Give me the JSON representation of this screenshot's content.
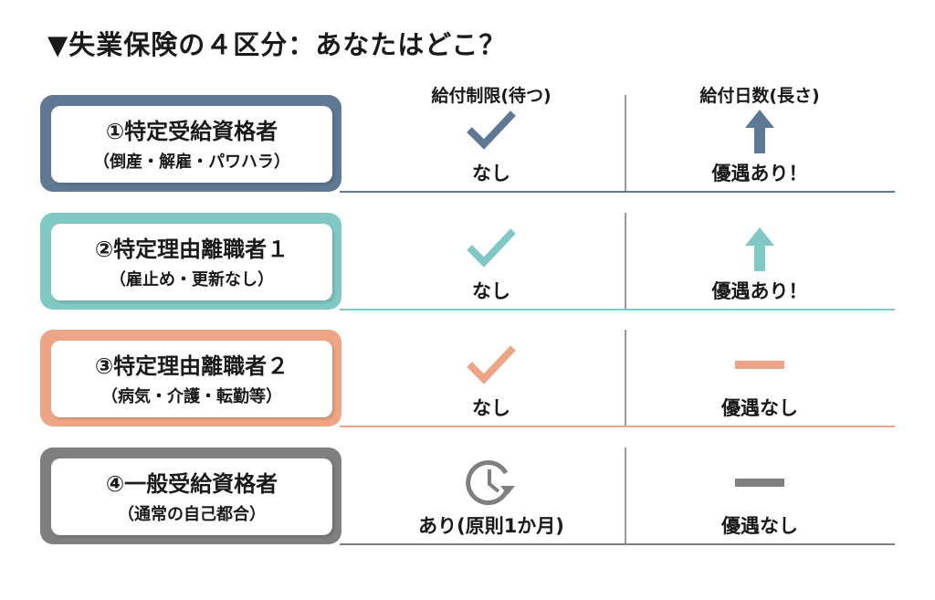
{
  "title": "▼失業保険の４区分：あなたはどこ？",
  "headers": {
    "wait": "給付制限(待つ)",
    "days": "給付日数(長さ)"
  },
  "rows": [
    {
      "name": "①特定受給資格者",
      "sub": "（倒産・解雇・パワハラ）",
      "wait": "なし",
      "days": "優遇あり！",
      "color": "#5f7894",
      "wait_icon": "check-icon",
      "days_icon": "arrow-up-icon"
    },
    {
      "name": "②特定理由離職者１",
      "sub": "（雇止め・更新なし）",
      "wait": "なし",
      "days": "優遇あり！",
      "color": "#7fc8c4",
      "wait_icon": "check-icon",
      "days_icon": "arrow-up-icon"
    },
    {
      "name": "③特定理由離職者２",
      "sub": "（病気・介護・転勤等）",
      "wait": "なし",
      "days": "優遇なし",
      "color": "#eea585",
      "wait_icon": "check-icon",
      "days_icon": "dash-icon"
    },
    {
      "name": "④一般受給資格者",
      "sub": "（通常の自己都合）",
      "wait": "あり(原則1か月)",
      "days": "優遇なし",
      "color": "#7f7f7f",
      "wait_icon": "clock-icon",
      "days_icon": "dash-icon"
    }
  ]
}
